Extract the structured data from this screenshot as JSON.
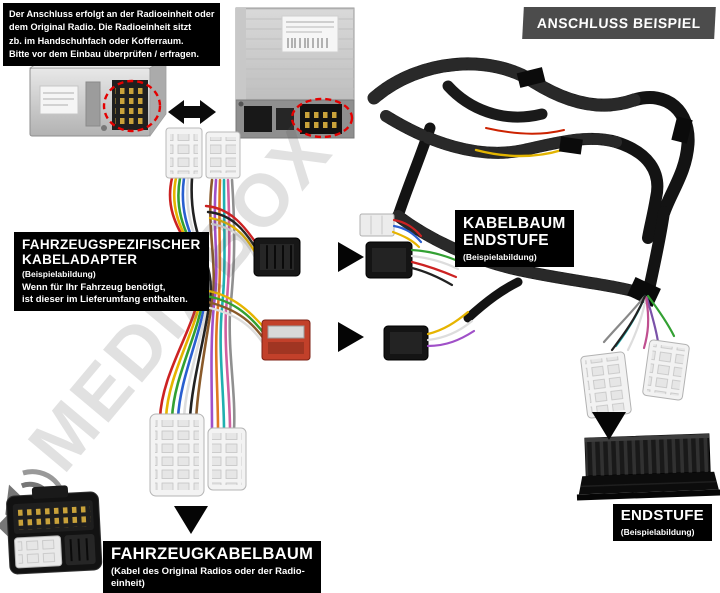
{
  "info_box": {
    "lines": [
      "Der Anschluss erfolgt an der Radioeinheit oder",
      "dem Original Radio. Die Radioeinheit sitzt",
      "zb. im Handschuhfach oder Kofferraum.",
      "Bitte vor dem Einbau überprüfen / erfragen."
    ]
  },
  "badge": {
    "text": "ANSCHLUSS BEISPIEL"
  },
  "labels": {
    "adapter": {
      "title_line1": "FAHRZEUGSPEZIFISCHER",
      "title_line2": "KABELADAPTER",
      "subtitle": "(Beispielabildung)",
      "note_line1": "Wenn für Ihr Fahrzeug benötigt,",
      "note_line2": "ist dieser im Lieferumfang enthalten."
    },
    "kabelbaum": {
      "title_line1": "KABELBAUM",
      "title_line2": "ENDSTUFE",
      "subtitle": "(Beispielabildung)"
    },
    "endstufe": {
      "title": "ENDSTUFE",
      "subtitle": "(Beispielabildung)"
    },
    "fahrzeugkabelbaum": {
      "title": "FAHRZEUGKABELBAUM",
      "subtitle_line1": "(Kabel des Original Radios oder der Radio-",
      "subtitle_line2": "einheit)"
    }
  },
  "watermark": {
    "text": "MEDIABOX"
  },
  "colors": {
    "label_background": "#000000",
    "label_text": "#ffffff",
    "badge_background": "#4c4c4c",
    "highlight_red": "#e40000",
    "page_background": "#ffffff"
  }
}
